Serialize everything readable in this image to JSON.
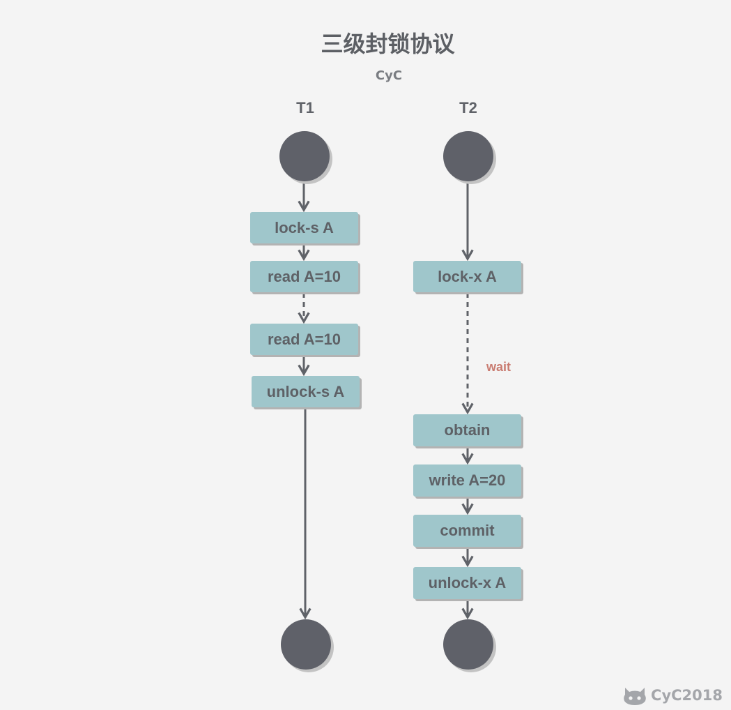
{
  "title": "三级封锁协议",
  "subtitle": "CyC",
  "lanes": [
    "T1",
    "T2"
  ],
  "t1_steps": [
    "lock-s A",
    "read A=10",
    "read A=10",
    "unlock-s A"
  ],
  "t2_steps": [
    "lock-x A",
    "obtain",
    "write A=20",
    "commit",
    "unlock-x A"
  ],
  "wait_label": "wait",
  "watermark": "CyC2018",
  "icons": {
    "watermark": "github-octocat-icon"
  },
  "colors": {
    "node": "#9fc6cb",
    "circle": "#5f6169",
    "line": "#5f6268",
    "wait": "#c97b70",
    "background": "#f4f4f4"
  }
}
